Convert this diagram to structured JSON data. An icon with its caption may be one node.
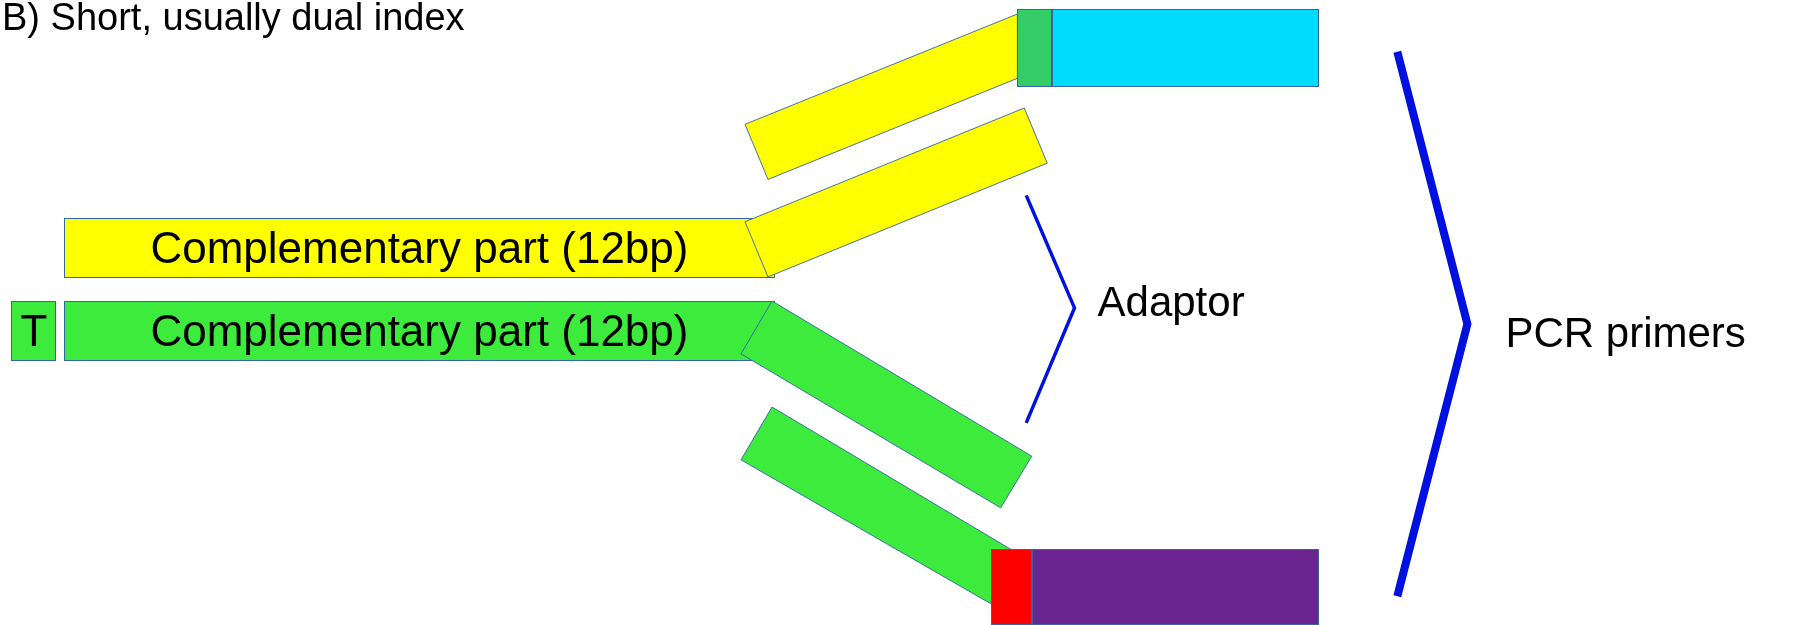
{
  "diagram": {
    "title": "B) Short, usually dual index",
    "nodes": [
      {
        "text": [],
        "shape": "bar"
      },
      {
        "text": [],
        "shape": "box"
      },
      {
        "text": [],
        "shape": "box"
      },
      {
        "text": [],
        "shape": "bar"
      },
      {
        "text": [
          "Complementary part (12bp)"
        ]
      },
      {
        "text": [
          "T"
        ]
      },
      {
        "text": [
          "Complementary part (12bp)"
        ]
      },
      {
        "text": [],
        "shape": "bar"
      },
      {
        "text": [],
        "shape": "bar"
      },
      {
        "text": [],
        "shape": "box"
      },
      {
        "text": [],
        "shape": "box"
      }
    ],
    "edges": [],
    "labels": [
      "Adaptor",
      "PCR primers"
    ]
  }
}
